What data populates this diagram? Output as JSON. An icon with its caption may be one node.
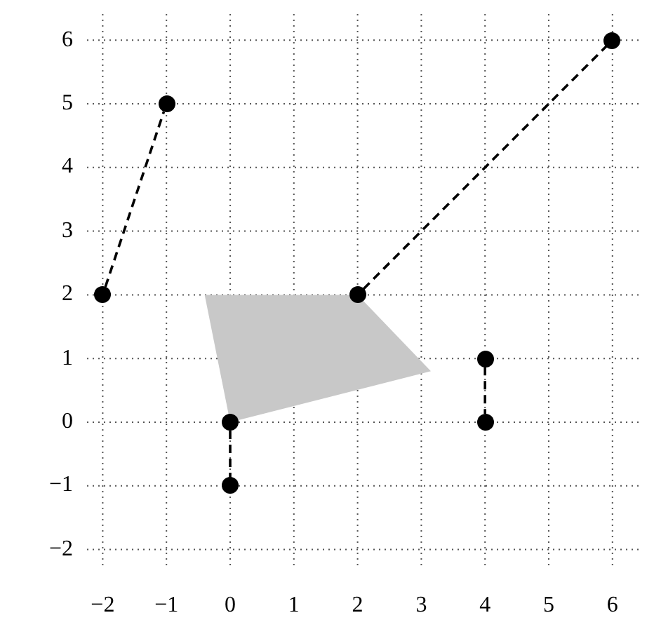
{
  "diagram": {
    "nodes": [
      {
        "text": [],
        "shape": "circle"
      },
      {
        "text": [],
        "shape": "circle"
      },
      {
        "text": [],
        "shape": "circle"
      },
      {
        "text": [],
        "shape": "circle"
      },
      {
        "text": [],
        "shape": "circle"
      },
      {
        "text": [],
        "shape": "circle"
      },
      {
        "text": [],
        "shape": "circle"
      },
      {
        "text": [],
        "shape": "circle"
      },
      {
        "text": [],
        "shape": "polygon"
      }
    ],
    "edges": [
      {
        "from": 0,
        "to": 1,
        "arrow": "none",
        "style": "dashed"
      },
      {
        "from": 2,
        "to": 3,
        "arrow": "none",
        "style": "dashed"
      },
      {
        "from": 4,
        "to": 5,
        "arrow": "none",
        "style": "dashed"
      },
      {
        "from": 6,
        "to": 7,
        "arrow": "none",
        "style": "dashed"
      }
    ],
    "labels": [
      "6",
      "5",
      "4",
      "3",
      "2",
      "1",
      "0",
      "−1",
      "−2",
      "−2",
      "−1",
      "0",
      "1",
      "2",
      "3",
      "4",
      "5",
      "6"
    ]
  }
}
